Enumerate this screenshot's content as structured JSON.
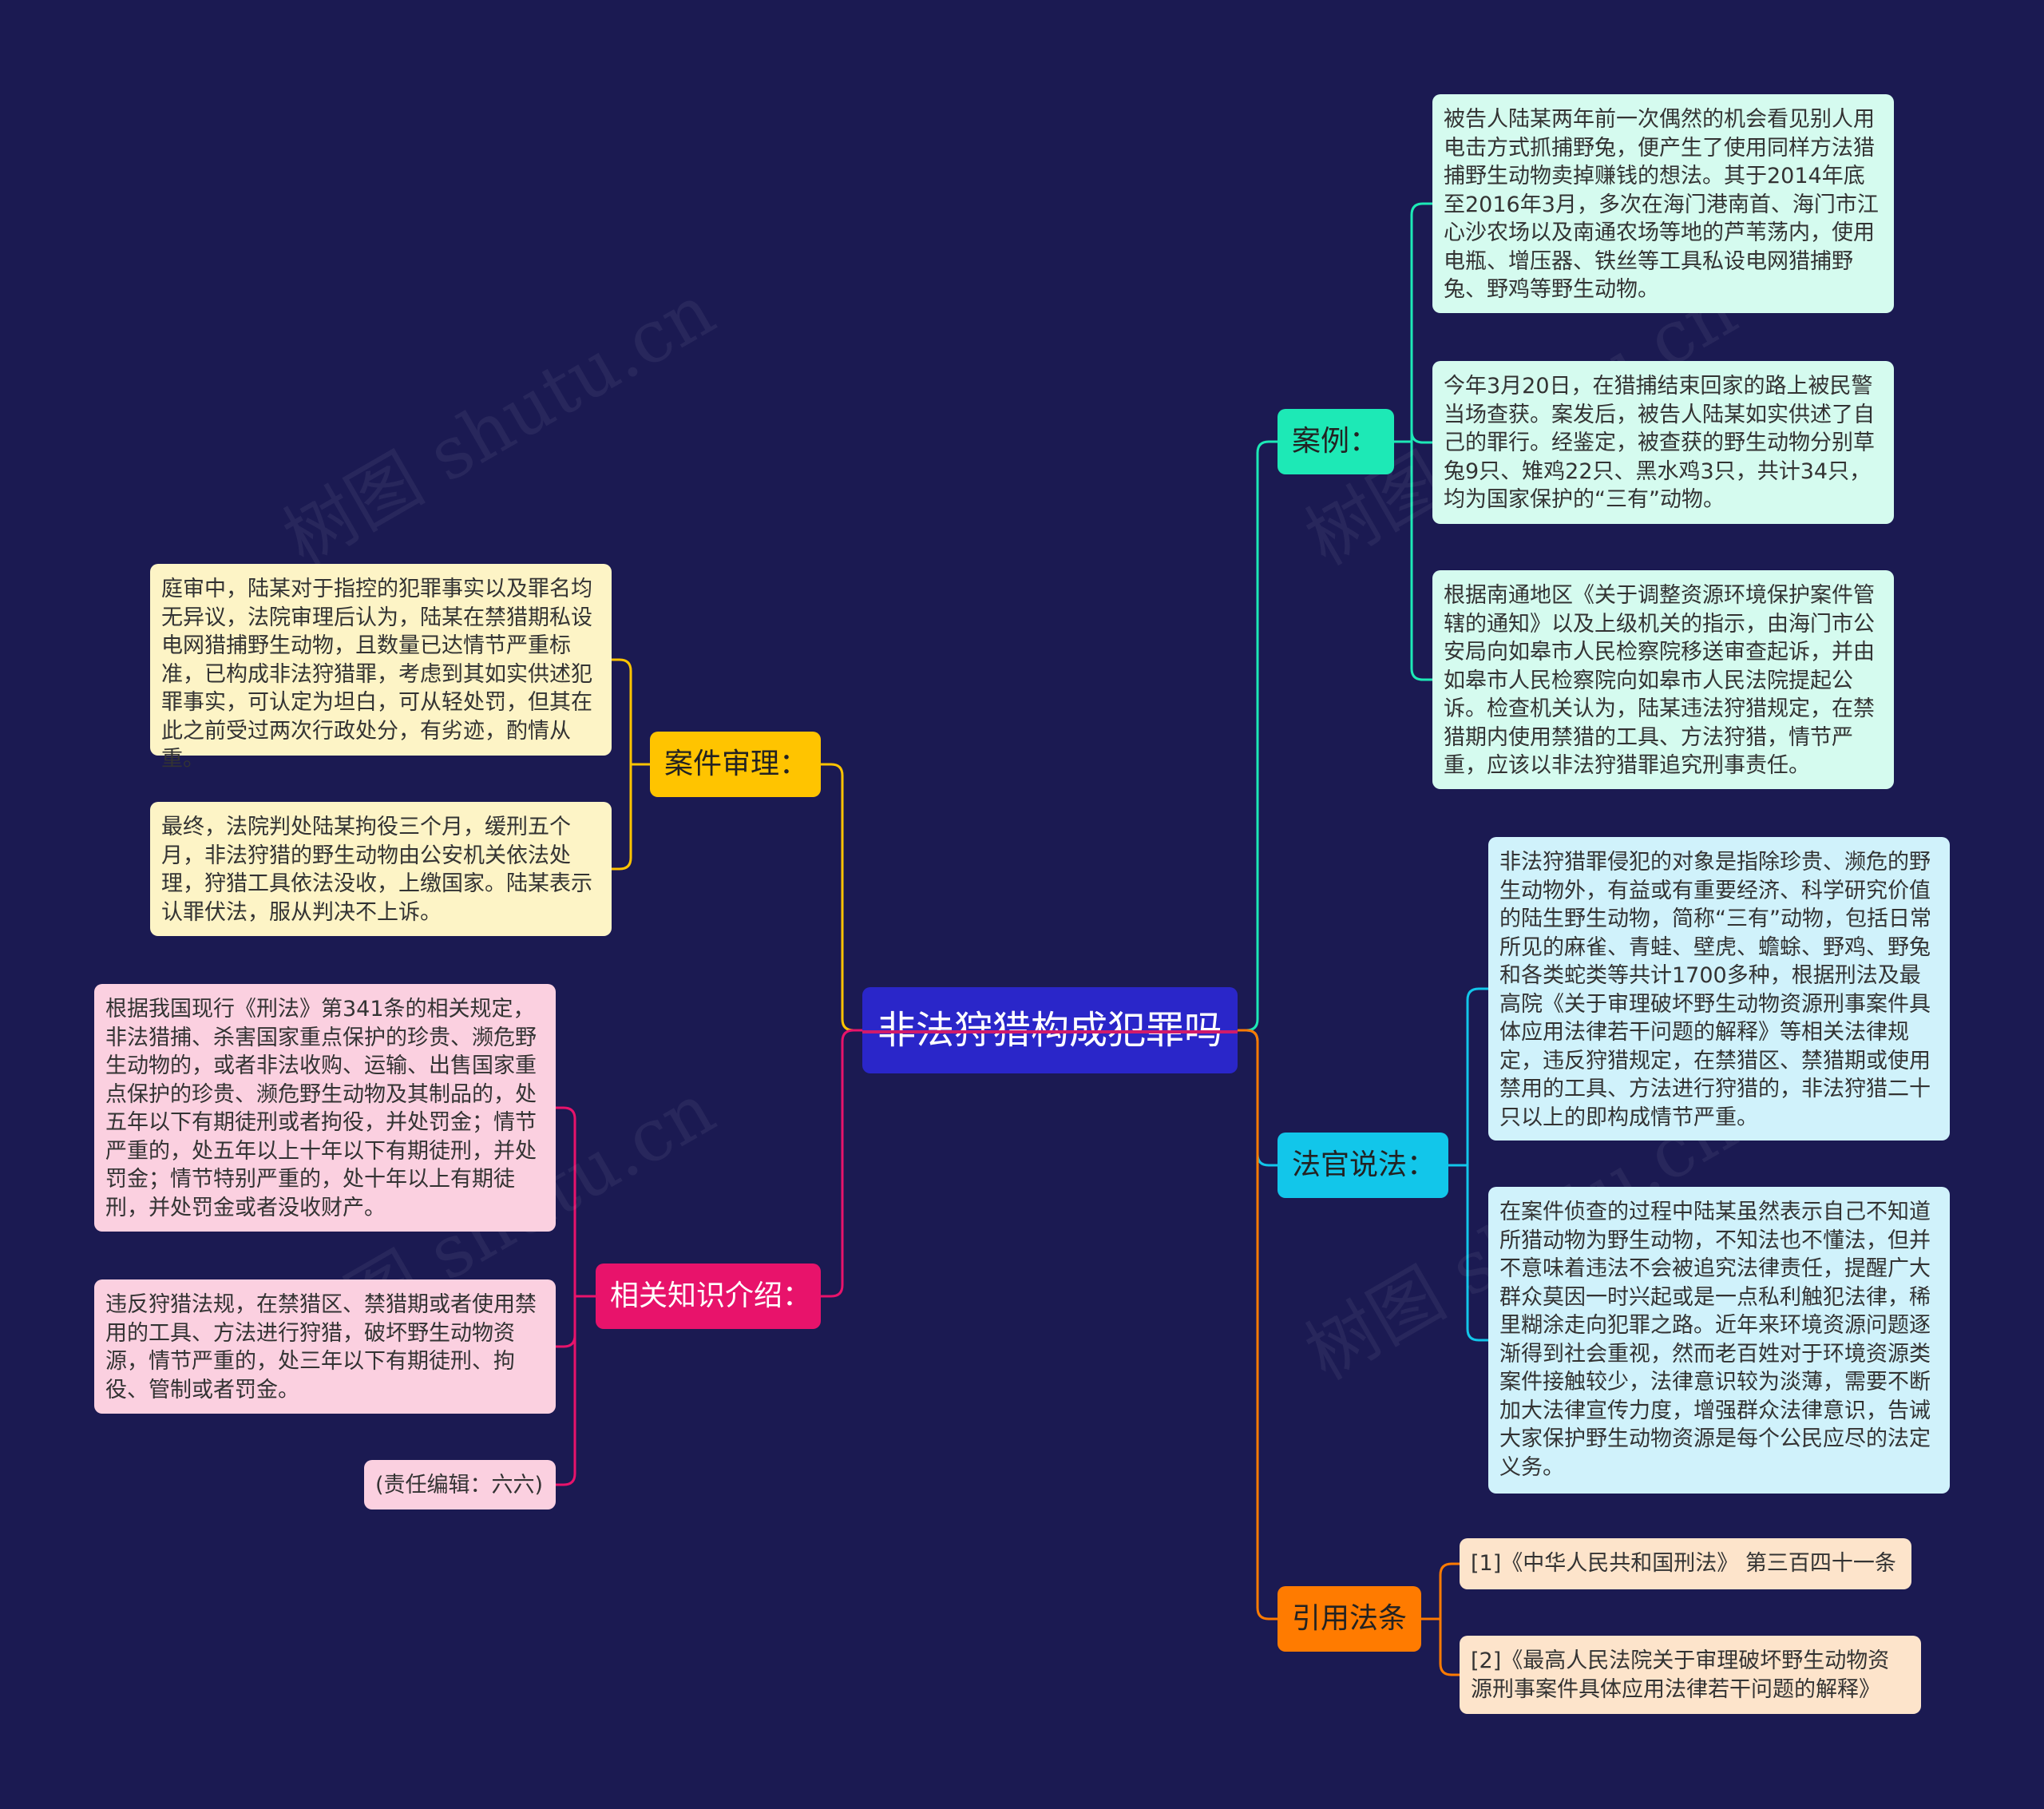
{
  "root": {
    "label": "非法狩猎构成犯罪吗"
  },
  "branches": {
    "case_example": {
      "label": "案例：",
      "color": "#1de9b6",
      "items": [
        "被告人陆某两年前一次偶然的机会看见别人用电击方式抓捕野兔，便产生了使用同样方法猎捕野生动物卖掉赚钱的想法。其于2014年底至2016年3月，多次在海门港南首、海门市江心沙农场以及南通农场等地的芦苇荡内，使用电瓶、增压器、铁丝等工具私设电网猎捕野兔、野鸡等野生动物。",
        "今年3月20日，在猎捕结束回家的路上被民警当场查获。案发后，被告人陆某如实供述了自己的罪行。经鉴定，被查获的野生动物分别草兔9只、雉鸡22只、黑水鸡3只，共计34只，均为国家保护的“三有”动物。",
        "根据南通地区《关于调整资源环境保护案件管辖的通知》以及上级机关的指示，由海门市公安局向如皋市人民检察院移送审查起诉，并由如皋市人民检察院向如皋市人民法院提起公诉。检查机关认为，陆某违法狩猎规定，在禁猎期内使用禁猎的工具、方法狩猎，情节严重，应该以非法狩猎罪追究刑事责任。"
      ]
    },
    "judge_says": {
      "label": "法官说法：",
      "color": "#12c6ea",
      "items": [
        "非法狩猎罪侵犯的对象是指除珍贵、濒危的野生动物外，有益或有重要经济、科学研究价值的陆生野生动物，简称“三有”动物，包括日常所见的麻雀、青蛙、壁虎、蟾蜍、野鸡、野兔和各类蛇类等共计1700多种，根据刑法及最高院《关于审理破坏野生动物资源刑事案件具体应用法律若干问题的解释》等相关法律规定，违反狩猎规定，在禁猎区、禁猎期或使用禁用的工具、方法进行狩猎的，非法狩猎二十只以上的即构成情节严重。",
        "在案件侦查的过程中陆某虽然表示自己不知道所猎动物为野生动物，不知法也不懂法，但并不意味着违法不会被追究法律责任，提醒广大群众莫因一时兴起或是一点私利触犯法律，稀里糊涂走向犯罪之路。近年来环境资源问题逐渐得到社会重视，然而老百姓对于环境资源类案件接触较少，法律意识较为淡薄，需要不断加大法律宣传力度，增强群众法律意识，告诫大家保护野生动物资源是每个公民应尽的法定义务。"
      ]
    },
    "cited_law": {
      "label": "引用法条",
      "color": "#ff7b00",
      "items": [
        "[1]《中华人民共和国刑法》 第三百四十一条",
        "[2]《最高人民法院关于审理破坏野生动物资源刑事案件具体应用法律若干问题的解释》"
      ]
    },
    "trial": {
      "label": "案件审理：",
      "color": "#ffc400",
      "items": [
        "庭审中，陆某对于指控的犯罪事实以及罪名均无异议，法院审理后认为，陆某在禁猎期私设电网猎捕野生动物，且数量已达情节严重标准，已构成非法狩猎罪，考虑到其如实供述犯罪事实，可认定为坦白，可从轻处罚，但其在此之前受过两次行政处分，有劣迹，酌情从重。",
        "最终，法院判处陆某拘役三个月，缓刑五个月，非法狩猎的野生动物由公安机关依法处理，狩猎工具依法没收，上缴国家。陆某表示认罪伏法，服从判决不上诉。"
      ]
    },
    "knowledge": {
      "label": "相关知识介绍：",
      "color": "#e8136b",
      "items": [
        "根据我国现行《刑法》第341条的相关规定，非法猎捕、杀害国家重点保护的珍贵、濒危野生动物的，或者非法收购、运输、出售国家重点保护的珍贵、濒危野生动物及其制品的，处五年以下有期徒刑或者拘役，并处罚金；情节严重的，处五年以上十年以下有期徒刑，并处罚金；情节特别严重的，处十年以上有期徒刑，并处罚金或者没收财产。",
        "违反狩猎法规，在禁猎区、禁猎期或者使用禁用的工具、方法进行狩猎，破坏野生动物资源，情节严重的，处三年以下有期徒刑、拘役、管制或者罚金。",
        "(责任编辑：六六)"
      ]
    }
  },
  "leaf_colors": {
    "case_example": "#d5fbef",
    "judge_says": "#d0f2fb",
    "cited_law": "#fde4cb",
    "trial": "#fdf4c6",
    "knowledge": "#fbd0e0"
  },
  "watermark": "树图 shutu.cn"
}
